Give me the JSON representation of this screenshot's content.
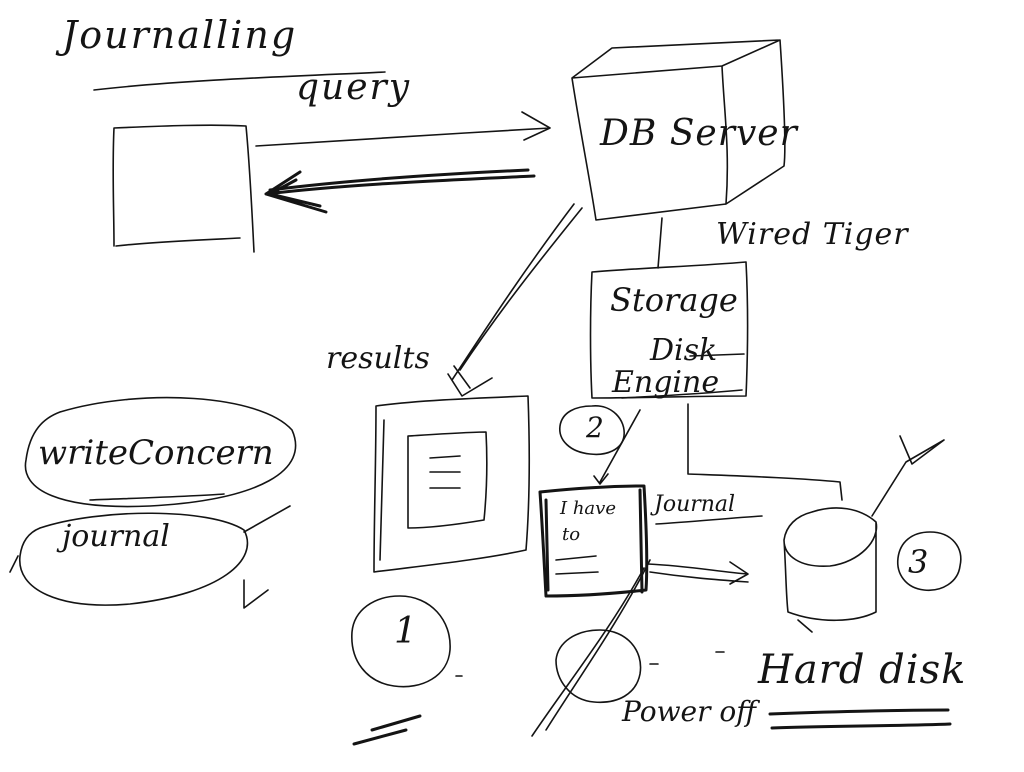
{
  "labels": {
    "title": "Journalling",
    "query": "query",
    "db_server": "DB Server",
    "wired_tiger": "Wired Tiger",
    "storage": "Storage",
    "disk": "Disk",
    "engine": "Engine",
    "results": "results",
    "write_concern": "writeConcern",
    "journal_oval": "journal",
    "i_have": "I have",
    "to": "to",
    "journal": "Journal",
    "step_1": "1",
    "step_2": "2",
    "step_3": "3",
    "hard_disk": "Hard disk",
    "power_off": "Power off"
  }
}
